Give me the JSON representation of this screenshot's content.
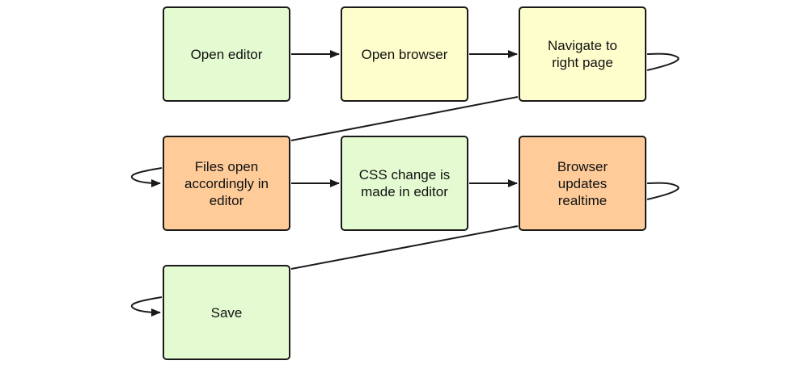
{
  "colors": {
    "green": "#e4fbd2",
    "yellow": "#fefecd",
    "orange": "#fecb99",
    "stroke": "#1a1a1a"
  },
  "nodes": [
    {
      "id": "open-editor",
      "label": "Open editor",
      "color": "green"
    },
    {
      "id": "open-browser",
      "label": "Open browser",
      "color": "yellow"
    },
    {
      "id": "navigate",
      "label": "Navigate to\nright page",
      "color": "yellow"
    },
    {
      "id": "files-open",
      "label": "Files open\naccordingly in\neditor",
      "color": "orange"
    },
    {
      "id": "css-change",
      "label": "CSS change is\nmade in editor",
      "color": "green"
    },
    {
      "id": "browser-updates",
      "label": "Browser\nupdates\nrealtime",
      "color": "orange"
    },
    {
      "id": "save",
      "label": "Save",
      "color": "green"
    }
  ],
  "edges": [
    {
      "from": "open-editor",
      "to": "open-browser"
    },
    {
      "from": "open-browser",
      "to": "navigate"
    },
    {
      "from": "navigate",
      "to": "files-open"
    },
    {
      "from": "files-open",
      "to": "css-change"
    },
    {
      "from": "css-change",
      "to": "browser-updates"
    },
    {
      "from": "browser-updates",
      "to": "save"
    }
  ]
}
